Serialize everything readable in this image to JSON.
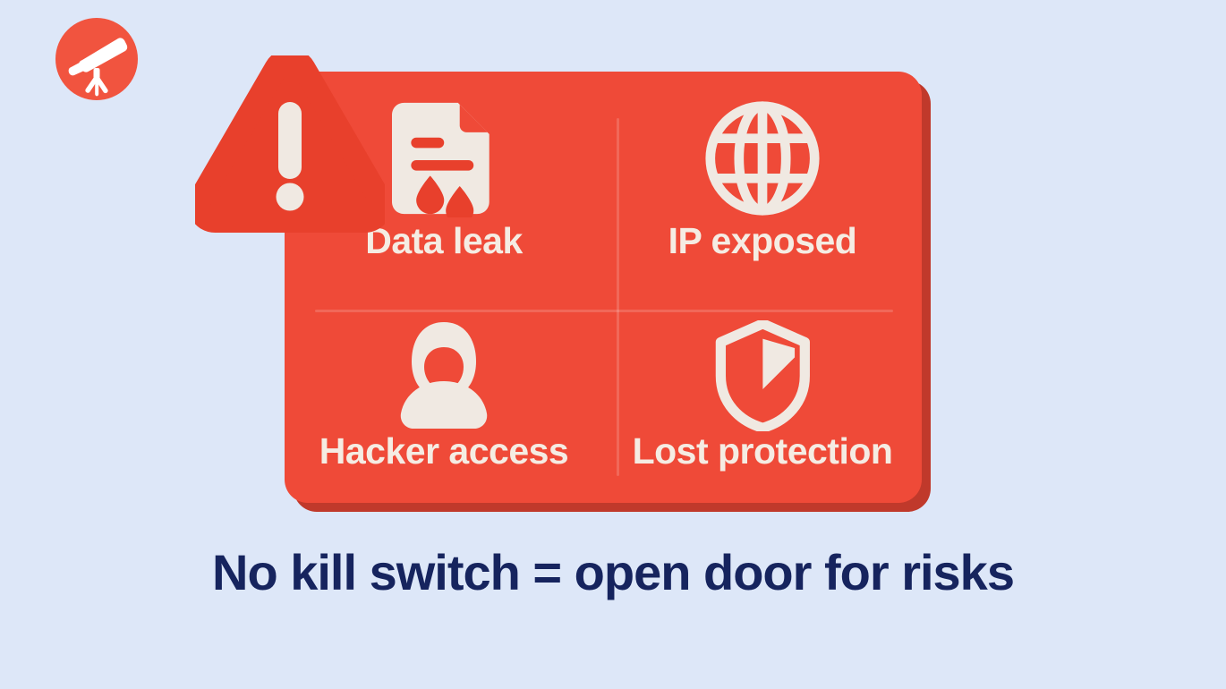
{
  "brand": {
    "logo_icon": "telescope-icon",
    "logo_bg_color": "#f1543f"
  },
  "page": {
    "background_color": "#dde7f8",
    "caption": "No kill switch = open door for risks",
    "caption_color": "#16245e"
  },
  "card": {
    "background_color": "#ef4a38",
    "shadow_color": "#c0392b",
    "label_color": "#f5ece3",
    "warning_icon": "warning-triangle-icon",
    "items": [
      {
        "label": "Data leak",
        "icon": "document-leak-icon"
      },
      {
        "label": "IP exposed",
        "icon": "globe-icon"
      },
      {
        "label": "Hacker access",
        "icon": "hooded-hacker-icon"
      },
      {
        "label": "Lost protection",
        "icon": "broken-shield-icon"
      }
    ]
  }
}
